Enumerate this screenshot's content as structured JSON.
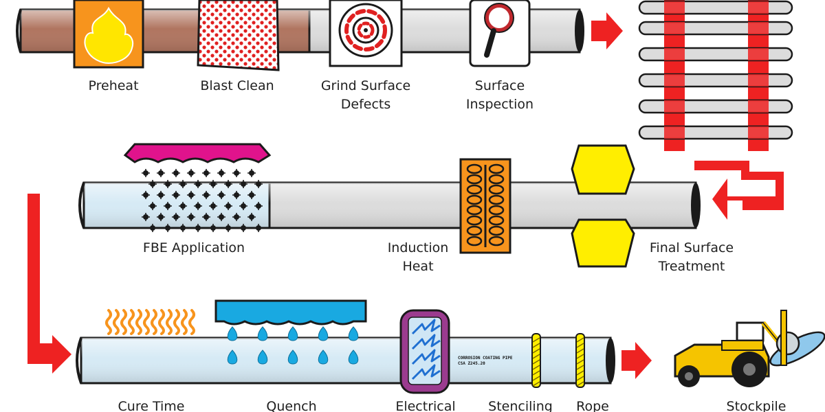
{
  "steps": {
    "preheat": "Preheat",
    "blast_clean": "Blast Clean",
    "grind_surface_defects": [
      "Grind Surface",
      "Defects"
    ],
    "surface_inspection": [
      "Surface",
      "Inspection"
    ],
    "fbe_application": "FBE Application",
    "induction_heat": [
      "Induction",
      "Heat"
    ],
    "final_surface_treatment": [
      "Final Surface",
      "Treatment"
    ],
    "cure_time": "Cure Time",
    "quench": "Quench",
    "electrical": "Electrical",
    "stenciling": "Stenciling",
    "rope": "Rope",
    "stockpile": "Stockpile"
  },
  "stencil_text": [
    "CORROSION COATING PIPE",
    "CSA Z245.20"
  ],
  "colors": {
    "pipe_rust": "#b07560",
    "pipe_clean": "#dcdcdc",
    "pipe_coated": "#d6eaf5",
    "red_arrow": "#ee2222",
    "flame": "#f7941d",
    "magenta": "#e0138c",
    "cyan": "#19a9e1",
    "yellow": "#ffee00",
    "purple": "#9b3b8f"
  }
}
